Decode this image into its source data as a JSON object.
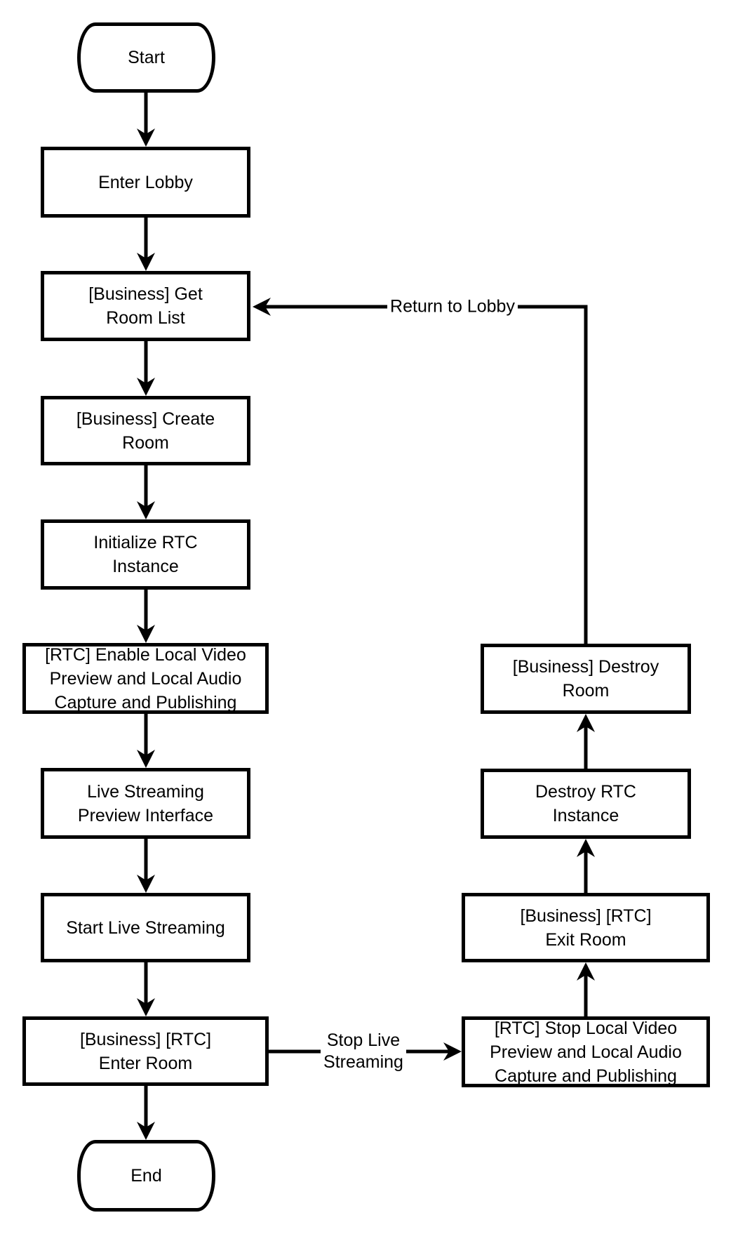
{
  "diagram": {
    "background_color": "#ffffff",
    "line_color": "#000000",
    "nodes": [
      {
        "id": "start",
        "type": "terminator",
        "label": "Start"
      },
      {
        "id": "enter-lobby",
        "type": "process",
        "label": "Enter Lobby"
      },
      {
        "id": "get-room-list",
        "type": "process",
        "label": "[Business] Get\nRoom List"
      },
      {
        "id": "create-room",
        "type": "process",
        "label": "[Business] Create\nRoom"
      },
      {
        "id": "initialize-rtc",
        "type": "process",
        "label": "Initialize RTC\nInstance"
      },
      {
        "id": "enable-local-av",
        "type": "process",
        "label": "[RTC] Enable Local Video\nPreview and Local Audio\nCapture and Publishing"
      },
      {
        "id": "live-preview",
        "type": "process",
        "label": "Live Streaming\nPreview Interface"
      },
      {
        "id": "start-live-streaming",
        "type": "process",
        "label": "Start Live Streaming"
      },
      {
        "id": "enter-room",
        "type": "process",
        "label": "[Business] [RTC]\nEnter Room"
      },
      {
        "id": "end",
        "type": "terminator",
        "label": "End"
      },
      {
        "id": "stop-local-av",
        "type": "process",
        "label": "[RTC] Stop Local Video\nPreview and Local Audio\nCapture and Publishing"
      },
      {
        "id": "exit-room",
        "type": "process",
        "label": "[Business] [RTC]\nExit Room"
      },
      {
        "id": "destroy-rtc",
        "type": "process",
        "label": "Destroy RTC\nInstance"
      },
      {
        "id": "destroy-room",
        "type": "process",
        "label": "[Business] Destroy\nRoom"
      }
    ],
    "edge_labels": [
      {
        "id": "stop-live-streaming-label",
        "text": "Stop Live\nStreaming"
      },
      {
        "id": "return-to-lobby-label",
        "text": "Return to Lobby"
      }
    ]
  }
}
